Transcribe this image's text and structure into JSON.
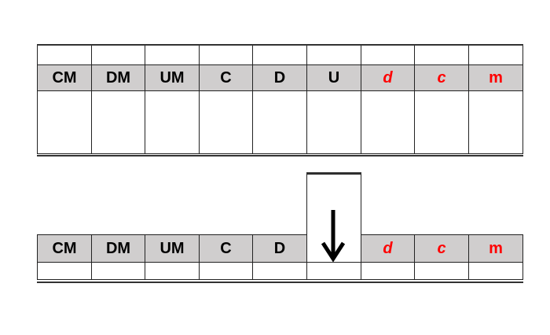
{
  "place_value_headers": [
    "CM",
    "DM",
    "UM",
    "C",
    "D",
    "U",
    "d",
    "c",
    "m"
  ],
  "integer_color": "#000000",
  "decimal_color": "#ff0000",
  "header_fill": "#d0cece",
  "second_table": {
    "headers": [
      "CM",
      "DM",
      "UM",
      "C",
      "D",
      "d",
      "c",
      "m"
    ],
    "arrow_column": "U",
    "arrow_icon": "arrow-down-icon"
  }
}
